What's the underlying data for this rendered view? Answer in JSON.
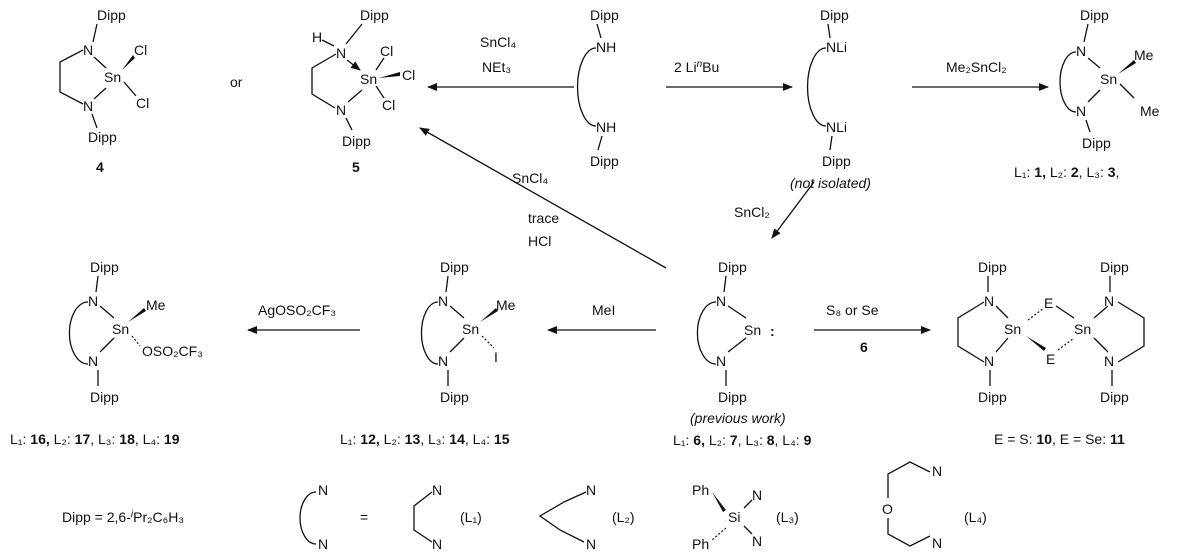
{
  "atoms": {
    "dipp": "Dipp",
    "n": "N",
    "nh": "NH",
    "nli": "NLi",
    "sn": "Sn",
    "cl": "Cl",
    "me": "Me",
    "h": "H",
    "i": "I",
    "e": "E",
    "o": "O",
    "si": "Si",
    "ph": "Ph",
    "otf": "OSO₂CF₃",
    "lone_pair": ":"
  },
  "words": {
    "or": "or",
    "not_isolated": "(not isolated)",
    "previous_work": "(previous work)"
  },
  "reagents": {
    "sncl4_1": "SnCl₄",
    "net3": "NEt₃",
    "li_bu_pre": "2 Li",
    "li_bu_n": "n",
    "li_bu_post": "Bu",
    "me2sncl2": "Me₂SnCl₂",
    "sncl2": "SnCl₂",
    "sncl4_2": "SnCl₄",
    "trace": "trace",
    "hcl": "HCl",
    "s8_se": "S₈ or Se",
    "six": "6",
    "mei": "MeI",
    "agotf": "AgOSO₂CF₃"
  },
  "compounds": {
    "c4": "4",
    "c5": "5"
  },
  "series": {
    "s123": [
      {
        "l": "L₁: ",
        "c": "1,"
      },
      {
        "l": " L₂: ",
        "c": "2"
      },
      {
        "l": ", L₃: ",
        "c": "3"
      },
      {
        "l": ",",
        "c": ""
      }
    ],
    "s6789": [
      {
        "l": "L₁: ",
        "c": "6,"
      },
      {
        "l": " L₂: ",
        "c": "7"
      },
      {
        "l": ", L₃: ",
        "c": "8"
      },
      {
        "l": ", L₄: ",
        "c": "9"
      }
    ],
    "s1215": [
      {
        "l": "L₁: ",
        "c": "12,"
      },
      {
        "l": " L₂: ",
        "c": "13"
      },
      {
        "l": ", L₃: ",
        "c": "14"
      },
      {
        "l": ", L₄: ",
        "c": "15"
      }
    ],
    "s1619": [
      {
        "l": "L₁: ",
        "c": "16,"
      },
      {
        "l": " L₂: ",
        "c": "17"
      },
      {
        "l": ", L₃: ",
        "c": "18"
      },
      {
        "l": ", L₄: ",
        "c": "19"
      }
    ],
    "s1011": [
      {
        "l": "E = S: ",
        "c": "10"
      },
      {
        "l": ", E = Se: ",
        "c": "11"
      }
    ]
  },
  "legend": {
    "dipp_def_pre": "Dipp = 2,6-",
    "dipp_def_i": "i",
    "dipp_def_post": "Pr₂C₆H₃",
    "equals": "=",
    "l1": "(L₁)",
    "l2": "(L₂)",
    "l3": "(L₃)",
    "l4": "(L₄)"
  }
}
